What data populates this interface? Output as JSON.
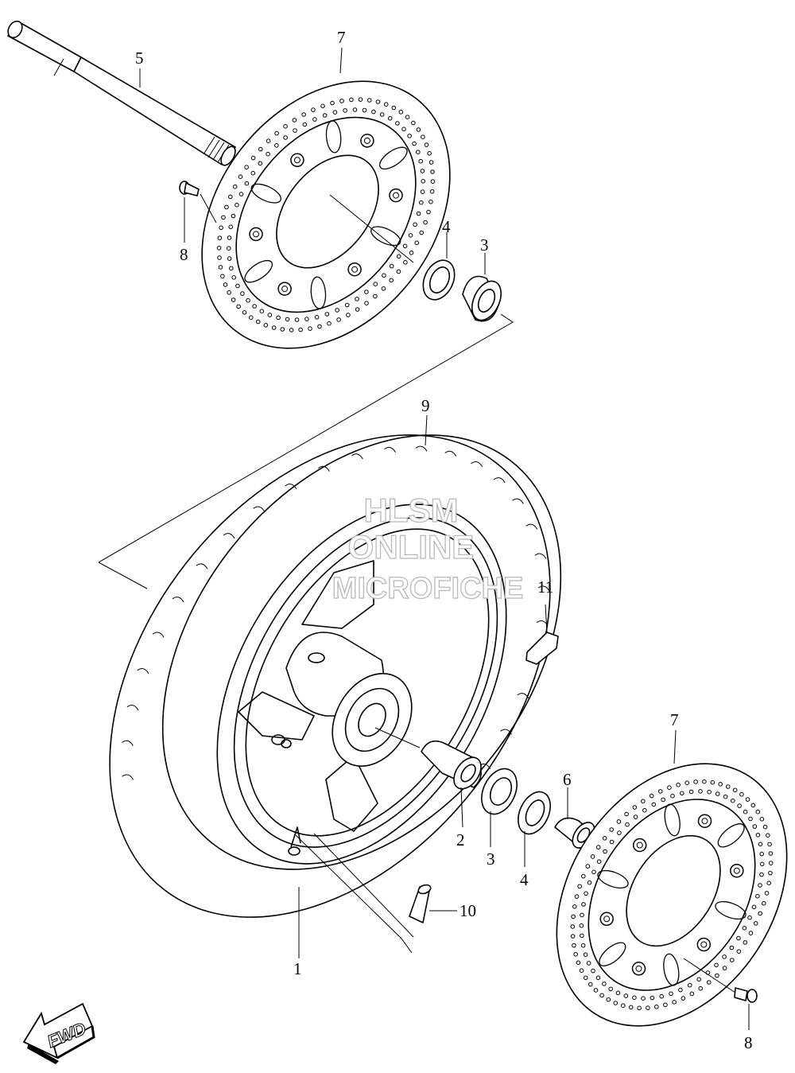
{
  "callouts": {
    "p1": "1",
    "p2": "2",
    "p3a": "3",
    "p3b": "3",
    "p4a": "4",
    "p4b": "4",
    "p5": "5",
    "p6": "6",
    "p7a": "7",
    "p7b": "7",
    "p8a": "8",
    "p8b": "8",
    "p9": "9",
    "p10": "10",
    "p11": "11"
  },
  "watermark": {
    "line1": "HLSM",
    "line2": "ONLINE",
    "line3": "MICROFICHE"
  },
  "direction_arrow": {
    "label": "FWD"
  }
}
